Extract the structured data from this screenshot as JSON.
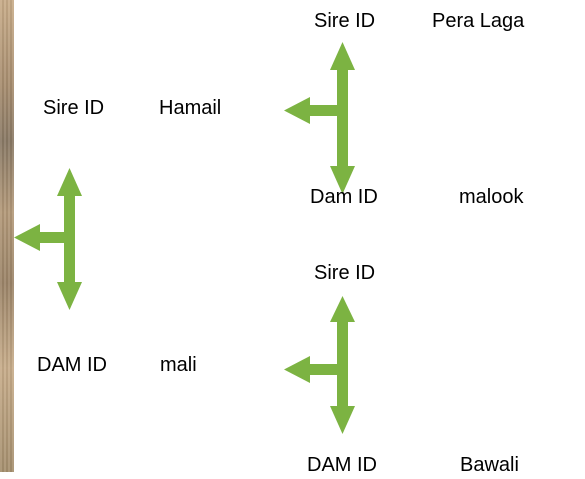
{
  "accent_color": "#7cb342",
  "root": {
    "sire": {
      "label": "Sire ID",
      "name": "Hamail",
      "sire": {
        "label": "Sire ID",
        "name": "Pera Laga"
      },
      "dam": {
        "label": "Dam ID",
        "name": "malook"
      }
    },
    "dam": {
      "label": "DAM ID",
      "name": "mali",
      "sire": {
        "label": "Sire ID",
        "name": ""
      },
      "dam": {
        "label": "DAM ID",
        "name": "Bawali"
      }
    }
  }
}
